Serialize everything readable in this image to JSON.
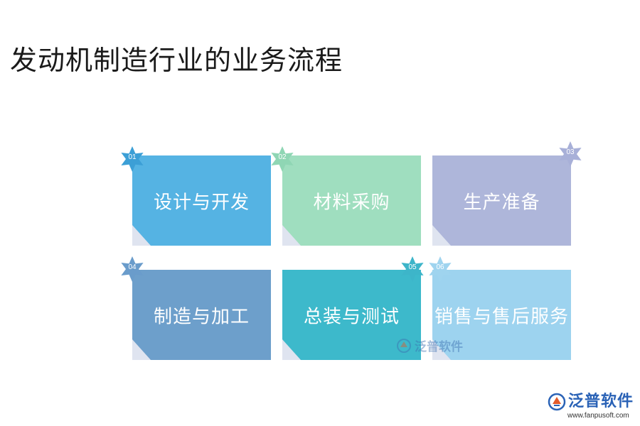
{
  "title": "发动机制造行业的业务流程",
  "steps": [
    {
      "num": "01",
      "label": "设计与开发",
      "color": "#55b3e3",
      "curl": "#dfe4f0",
      "badge": "#3c9fd6"
    },
    {
      "num": "02",
      "label": "材料采购",
      "color": "#9fdebf",
      "curl": "#dfe4f0",
      "badge": "#8fd6b4"
    },
    {
      "num": "03",
      "label": "生产准备",
      "color": "#aeb6da",
      "curl": "#dfe4f0",
      "badge": "#a8b0d8"
    },
    {
      "num": "04",
      "label": "制造与加工",
      "color": "#6d9fcb",
      "curl": "#dfe4f0",
      "badge": "#6a9ccb"
    },
    {
      "num": "05",
      "label": "总装与测试",
      "color": "#3db9cb",
      "curl": "#dfe4f0",
      "badge": "#3db5c9"
    },
    {
      "num": "06",
      "label": "销售与售后服务",
      "color": "#9dd3ef",
      "curl": "#dfe4f0",
      "badge": "#9fd4ef"
    }
  ],
  "watermark": {
    "text": "泛普软件"
  },
  "logo": {
    "brand": "泛普软件",
    "url": "www.fanpusoft.com"
  }
}
